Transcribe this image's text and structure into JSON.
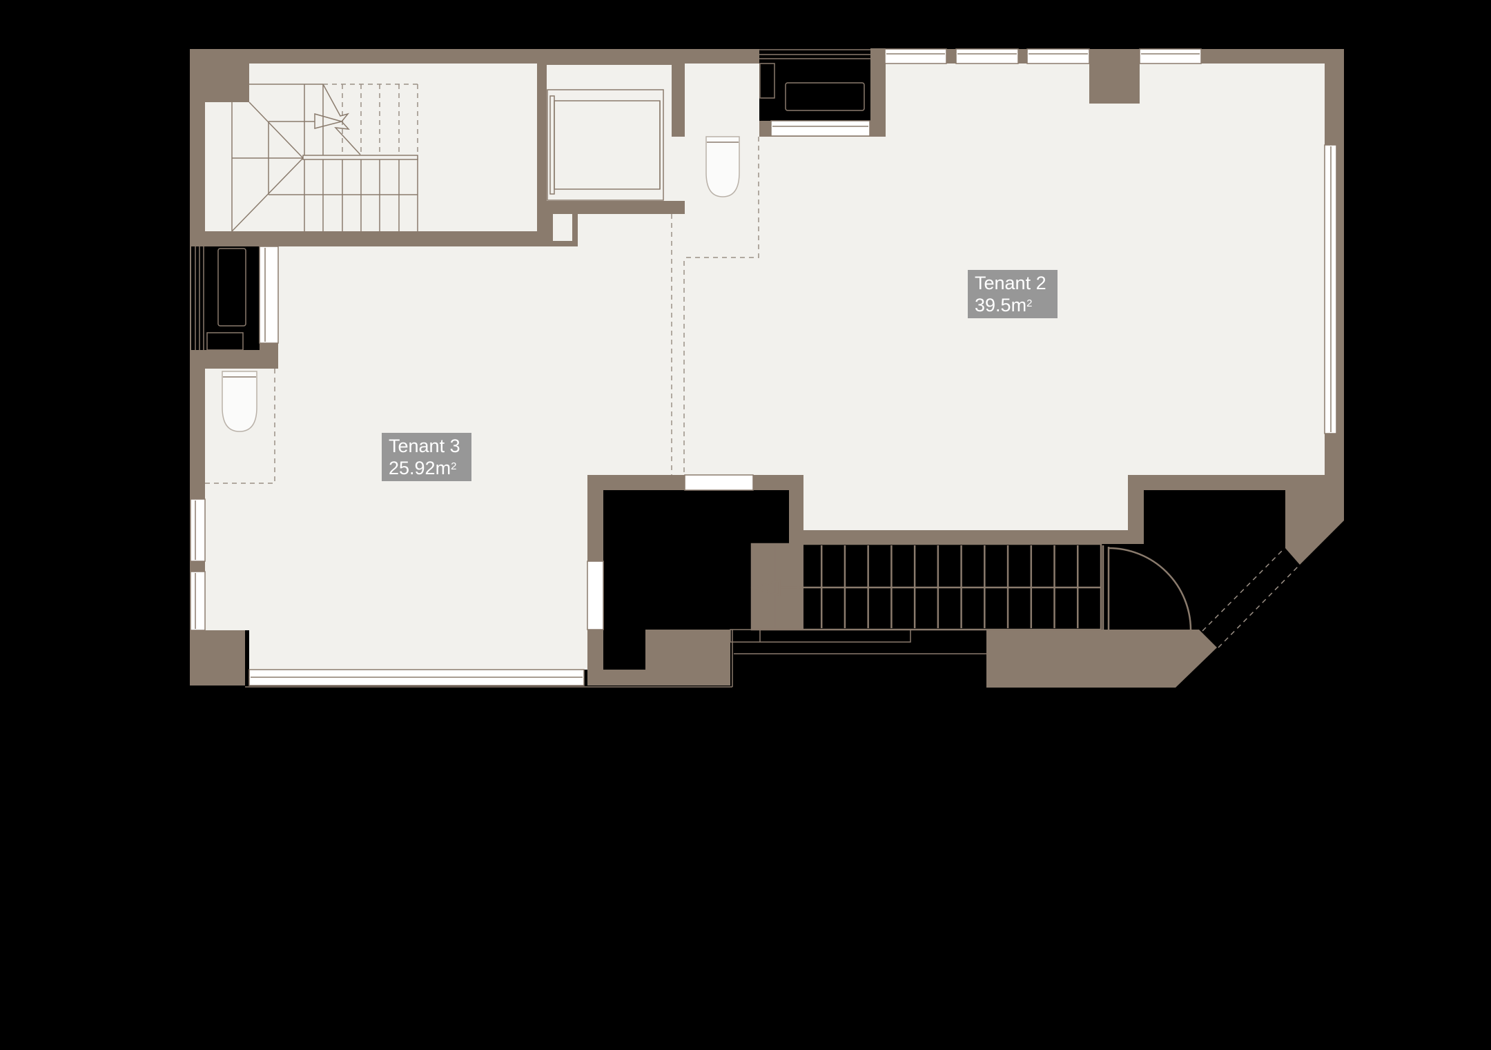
{
  "plan": {
    "colors": {
      "wall": "#8a7b6d",
      "floor": "#f2f1ed",
      "background": "#000000",
      "label_bg": "#979797",
      "label_text": "#ffffff"
    },
    "units": [
      {
        "name": "Tenant 2",
        "area": "39.5",
        "unit": "m",
        "superscript": "2"
      },
      {
        "name": "Tenant 3",
        "area": "25.92",
        "unit": "m",
        "superscript": "2"
      }
    ],
    "fixtures": [
      "stair-up",
      "elevator",
      "toilet",
      "toilet",
      "ac-unit",
      "ac-unit",
      "entrance-stair",
      "entrance-door"
    ]
  }
}
